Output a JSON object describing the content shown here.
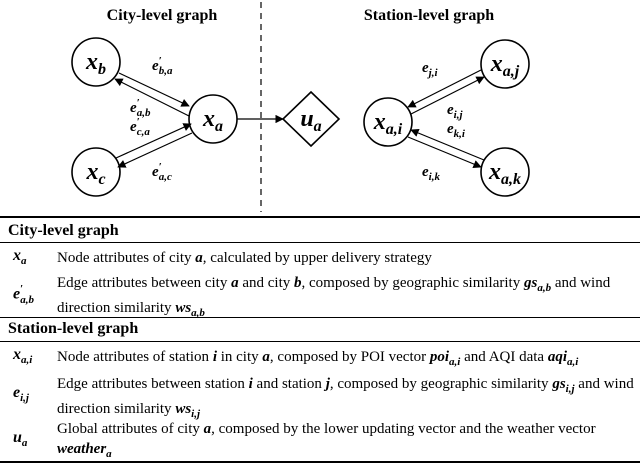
{
  "diagram": {
    "city_title": "City-level graph",
    "station_title": "Station-level graph",
    "nodes": {
      "xb": {
        "main": "x",
        "sub": "b"
      },
      "xc": {
        "main": "x",
        "sub": "c"
      },
      "xa": {
        "main": "x",
        "sub": "a"
      },
      "ua": {
        "main": "u",
        "sub": "a"
      },
      "xai": {
        "main": "x",
        "sub": "a,i"
      },
      "xaj": {
        "main": "x",
        "sub": "a,j"
      },
      "xak": {
        "main": "x",
        "sub": "a,k"
      }
    },
    "edge_labels": {
      "e_ba": {
        "main": "e",
        "prime": "′",
        "sub": "b,a"
      },
      "e_ab": {
        "main": "e",
        "prime": "′",
        "sub": "a,b"
      },
      "e_ca": {
        "main": "e",
        "prime": "′",
        "sub": "c,a"
      },
      "e_ac": {
        "main": "e",
        "prime": "′",
        "sub": "a,c"
      },
      "e_ji": {
        "main": "e",
        "sub": "j,i"
      },
      "e_ij": {
        "main": "e",
        "sub": "i,j"
      },
      "e_ki": {
        "main": "e",
        "sub": "k,i"
      },
      "e_ik": {
        "main": "e",
        "sub": "i,k"
      }
    }
  },
  "table": {
    "city_header": "City-level graph",
    "station_header": "Station-level graph",
    "rows": {
      "xa": {
        "sym": {
          "main": "x",
          "sub": "a"
        },
        "d1": "Node attributes of city ",
        "v1": "a",
        "d2": ", calculated by upper delivery strategy"
      },
      "eab": {
        "sym": {
          "main": "e",
          "prime": "′",
          "sub": "a,b"
        },
        "d1": "Edge attributes between city ",
        "v1": "a",
        "d2": " and city ",
        "v2": "b",
        "d3": ", composed by geographic similarity ",
        "v3": "gs",
        "v3sub": "a,b",
        "d4": " and wind direction similarity ",
        "v4": "ws",
        "v4sub": "a,b"
      },
      "xai": {
        "sym": {
          "main": "x",
          "sub": "a,i"
        },
        "d1": "Node attributes of station ",
        "v1": "i",
        "d2": " in city ",
        "v2": "a",
        "d3": ", composed by POI vector ",
        "v3": "poi",
        "v3sub": "a,i",
        "d4": " and AQI data ",
        "v4": "aqi",
        "v4sub": "a,i"
      },
      "eij": {
        "sym": {
          "main": "e",
          "sub": "i,j"
        },
        "d1": "Edge attributes between station ",
        "v1": "i",
        "d2": " and station ",
        "v2": "j",
        "d3": ", composed by geographic similarity ",
        "v3": "gs",
        "v3sub": "i,j",
        "d4": " and wind direction similarity ",
        "v4": "ws",
        "v4sub": "i,j"
      },
      "ua": {
        "sym": {
          "main": "u",
          "sub": "a"
        },
        "d1": "Global attributes of city ",
        "v1": "a",
        "d2": ", composed by the lower updating vector and the weather vector ",
        "v2": "weather",
        "v2sub": "a"
      }
    }
  }
}
